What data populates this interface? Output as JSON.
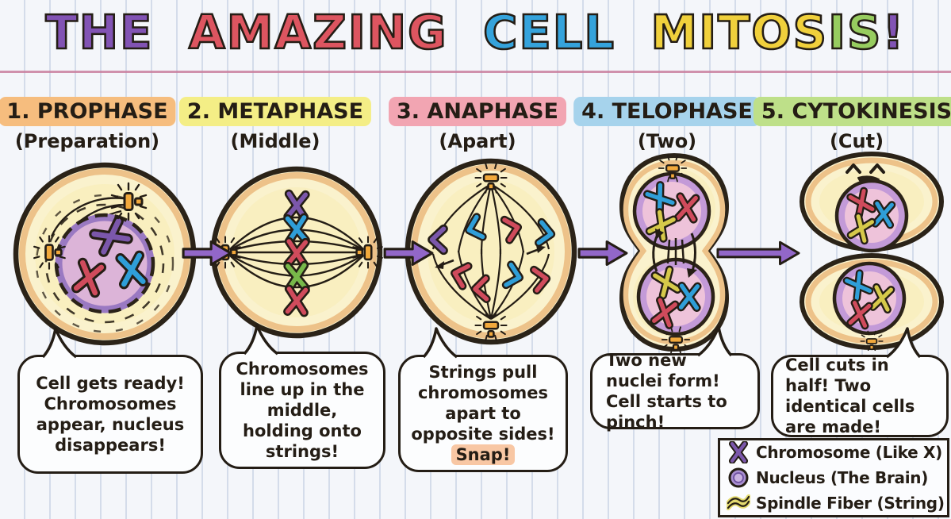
{
  "palette": {
    "paper": "#f4f6fa",
    "ruled_line": "#b9c6dc",
    "margin_line": "#c97f9e",
    "ink_outline": "#241d15",
    "cell_fill": "#faf2cd",
    "cell_rim": "#edc289",
    "nucleus_purple": "#9a79c2",
    "nucleus_pink": "#eec3da",
    "chromosome_purple": "#7b57ab",
    "chromosome_red": "#d04b5c",
    "chromosome_blue": "#2f9ed8",
    "chromosome_green": "#78b84a",
    "chromosome_yellow": "#d6c94a",
    "centrosome_orange": "#f2a93c",
    "arrow_purple": "#9267c8"
  },
  "title": {
    "segments": [
      {
        "text": "THE",
        "color": "#8253b4"
      },
      {
        "text": "AMAZING",
        "color": "#dd5560"
      },
      {
        "text": "CELL",
        "color": "#35a3dc"
      },
      {
        "text": "MITOS",
        "color": "#f0d03c"
      },
      {
        "text": "IS",
        "color": "#97cc5f"
      },
      {
        "text": "!",
        "color": "#8253b4"
      }
    ]
  },
  "phases": [
    {
      "label": "1. PROPHASE",
      "subtitle": "(Preparation)",
      "highlight_color": "#f6bd7e",
      "bubble": "Cell gets ready! Chromosomes appear, nucleus disappears!"
    },
    {
      "label": "2. METAPHASE",
      "subtitle": "(Middle)",
      "highlight_color": "#f4ee86",
      "bubble": "Chromosomes line up in the middle, holding onto strings!"
    },
    {
      "label": "3. ANAPHASE",
      "subtitle": "(Apart)",
      "highlight_color": "#f2a5b2",
      "bubble": "Strings pull chromosomes apart to opposite sides!",
      "snap": "Snap!",
      "snap_highlight_color": "#f8c7a4"
    },
    {
      "label": "4. TELOPHASE",
      "subtitle": "(Two)",
      "highlight_color": "#a6d3ec",
      "bubble": "Two new nuclei form! Cell starts to pinch!"
    },
    {
      "label": "5. CYTOKINESIS",
      "subtitle": "(Cut)",
      "highlight_color": "#bee089",
      "bubble": "Cell cuts in half! Two identical cells are made!"
    }
  ],
  "legend": {
    "items": [
      {
        "icon": "chromosome-x-icon",
        "label": "Chromosome (Like X)"
      },
      {
        "icon": "nucleus-icon",
        "label": "Nucleus (The Brain)"
      },
      {
        "icon": "spindle-fiber-icon",
        "label": "Spindle Fiber (String)"
      }
    ]
  }
}
